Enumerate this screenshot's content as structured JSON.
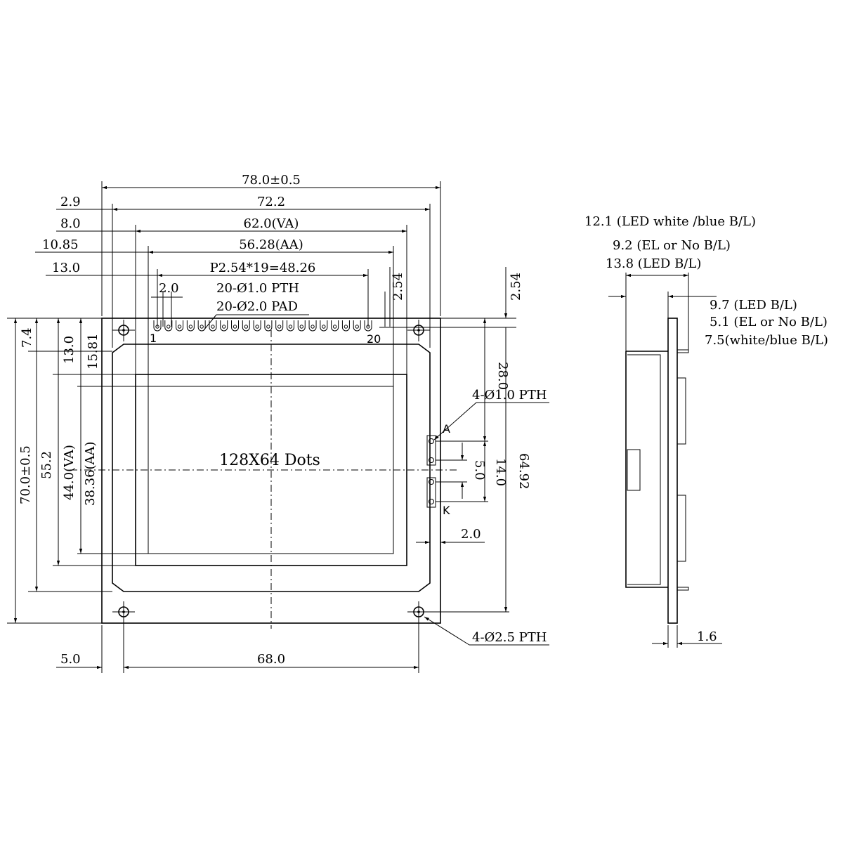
{
  "dims": {
    "total_width": "78.0±0.5",
    "pcb_hole_span": "72.2",
    "va_width": "62.0(VA)",
    "aa_width": "56.28(AA)",
    "pin_pitch": "P2.54*19=48.26",
    "left_2_9": "2.9",
    "left_8_0": "8.0",
    "left_10_85": "10.85",
    "left_13_0": "13.0",
    "pin_2_0": "2.0",
    "pin_2_54": "2.54",
    "top_2_54": "2.54",
    "pth_note": "20-Ø1.0 PTH",
    "pad_note": "20-Ø2.0 PAD",
    "pin1": "1",
    "pin20": "20",
    "v_7_4": "7.4",
    "v_13_0": "13.0",
    "v_15_81": "15.81",
    "v_70_0": "70.0±0.5",
    "v_55_2": "55.2",
    "v_44_0": "44.0(VA)",
    "v_38_36": "38.36(AA)",
    "dots": "128X64 Dots",
    "led_pth": "4-Ø1.0 PTH",
    "anode": "A",
    "cathode": "K",
    "v_28_0": "28.0",
    "v_5_0": "5.0",
    "v_14_0": "14.0",
    "v_64_92": "64.92",
    "h_2_0": "2.0",
    "mount_pth": "4-Ø2.5 PTH",
    "bottom_5_0": "5.0",
    "bottom_68_0": "68.0"
  },
  "side": {
    "led_white_blue": "12.1 (LED white /blue B/L)",
    "el_nobl": "9.2 (EL or No B/L)",
    "led_bl": "13.8 (LED B/L)",
    "led_bl_2": "9.7 (LED B/L)",
    "el_nobl_2": "5.1 (EL or No B/L)",
    "white_blue_2": "7.5(white/blue B/L)",
    "pcb_thick": "1.6"
  }
}
